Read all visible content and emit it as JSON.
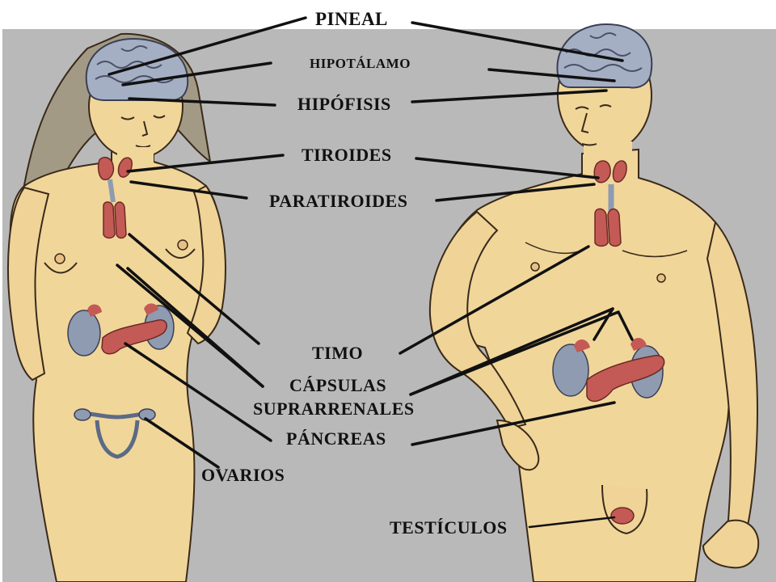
{
  "labels": {
    "pineal": "PINEAL",
    "hipotalamo": "HIPOTÁLAMO",
    "hipofisis": "HIPÓFISIS",
    "tiroides": "TIROIDES",
    "paratiroides": "PARATIROIDES",
    "timo": "TIMO",
    "capsulas": "CÁPSULAS",
    "suprarrenales": "SUPRARRENALES",
    "pancreas": "PÁNCREAS",
    "ovarios": "OVARIOS",
    "testiculos": "TESTÍCULOS"
  },
  "colors": {
    "background": "#b9b9b9",
    "skin": "#f1d69a",
    "hair": "#a39a86",
    "brain": "#a5afc4",
    "gland_red": "#c45a55",
    "kidney": "#8f9bb0",
    "outline": "#3a2a1a",
    "leader_line": "#111111"
  }
}
